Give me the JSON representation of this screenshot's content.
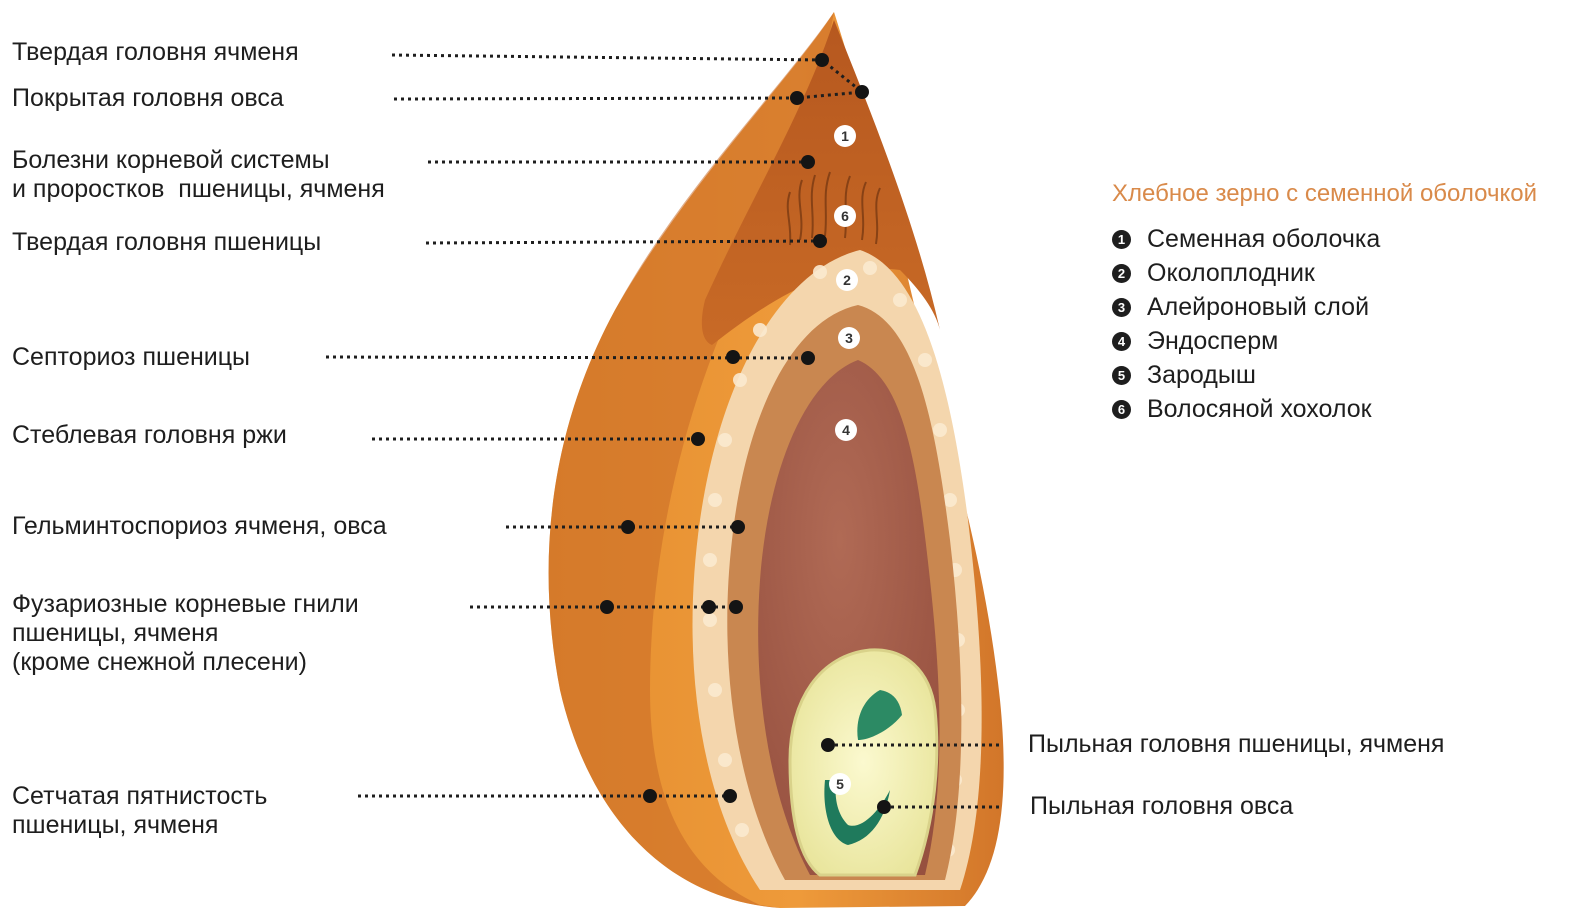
{
  "disease_labels": [
    "Твердая головня ячменя",
    "Покрытая головня овса",
    "Болезни корневой системы\nи проростков  пшеницы, ячменя",
    "Твердая головня пшеницы",
    "Септориоз пшеницы",
    "Стеблевая головня ржи",
    "Гельминтоспориоз ячменя, овса",
    "Фузариозные корневые гнили\nпшеницы, ячменя\n(кроме снежной плесени)",
    "Сетчатая пятнистость\nпшеницы, ячменя",
    "Пыльная головня пшеницы, ячменя",
    "Пыльная головня овса"
  ],
  "legend": {
    "title": "Хлебное зерно с семенной оболочкой",
    "items": [
      {
        "number": "1",
        "label": "Семенная оболочка"
      },
      {
        "number": "2",
        "label": "Околоплодник"
      },
      {
        "number": "3",
        "label": "Алейроновый слой"
      },
      {
        "number": "4",
        "label": "Эндосперм"
      },
      {
        "number": "5",
        "label": "Зародыш"
      },
      {
        "number": "6",
        "label": "Волосяной хохолок"
      }
    ]
  },
  "layer_markers": [
    "1",
    "6",
    "2",
    "3",
    "4",
    "5"
  ],
  "colors": {
    "outer_shell": "#e08a2c",
    "shell_shadow": "#b6571d",
    "seed_coat": "#c26524",
    "pericarp": "#f4d6ad",
    "aleurone": "#c98750",
    "endosperm": "#a55a48",
    "embryo": "#f1f0b4",
    "embryo_green": "#1f7a5c",
    "legend_title": "#d98a4a"
  }
}
